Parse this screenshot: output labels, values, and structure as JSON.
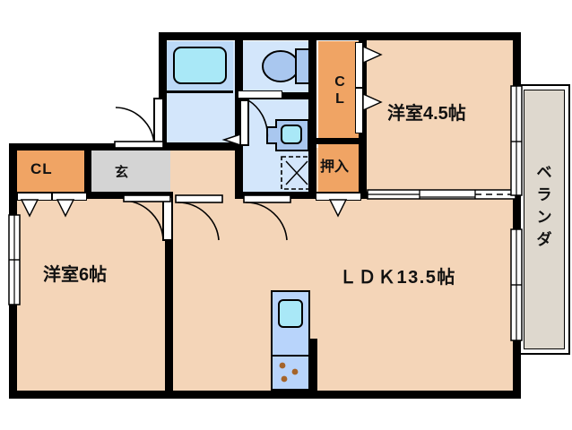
{
  "document": {
    "kind": "floor-plan",
    "title": "2LDK apartment floor plan"
  },
  "rooms": [
    {
      "id": "washitsu_6",
      "label": "洋室6帖",
      "type": "bedroom"
    },
    {
      "id": "washitsu_45",
      "label": "洋室4.5帖",
      "type": "bedroom"
    },
    {
      "id": "ldk",
      "label": "ＬＤＫ13.5帖",
      "type": "living-dining-kitchen"
    },
    {
      "id": "closet_left",
      "label": "CL",
      "type": "closet"
    },
    {
      "id": "closet_right",
      "label": "C\nL",
      "label_line1": "C",
      "label_line2": "L",
      "type": "closet"
    },
    {
      "id": "oshiire",
      "label": "押入",
      "type": "closet"
    },
    {
      "id": "genkan",
      "label": "玄",
      "type": "entrance"
    },
    {
      "id": "veranda",
      "label": "ベランダ",
      "line1": "ベ",
      "line2": "ラ",
      "line3": "ン",
      "line4": "ダ",
      "type": "balcony"
    },
    {
      "id": "bath",
      "label": "",
      "type": "bathroom"
    },
    {
      "id": "toilet",
      "label": "",
      "type": "toilet"
    },
    {
      "id": "washroom",
      "label": "",
      "type": "washroom"
    }
  ],
  "fixtures": [
    {
      "id": "bathtub",
      "name": "bathtub"
    },
    {
      "id": "toilet-bowl",
      "name": "toilet"
    },
    {
      "id": "washbasin",
      "name": "wash-basin"
    },
    {
      "id": "washer-space",
      "name": "washing-machine-space"
    },
    {
      "id": "kitchen-sink",
      "name": "kitchen-sink"
    },
    {
      "id": "kitchen-stove",
      "name": "stove-3-burner"
    }
  ],
  "colors": {
    "wall": "#000000",
    "floor": "#f4d5b8",
    "closet": "#f0a464",
    "water_area": "#d3e6fb",
    "tub": "#a9e8f7",
    "genkan": "#d4d4d4",
    "veranda": "#ded8ce",
    "background": "#ffffff"
  }
}
